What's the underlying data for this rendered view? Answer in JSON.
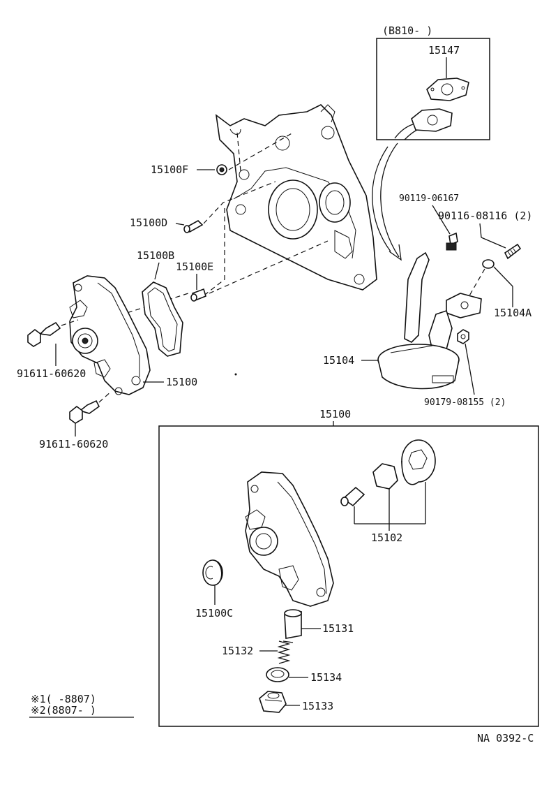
{
  "labels": {
    "cond_b810": "(B810-        )",
    "p15147": "15147",
    "p15100F": "15100F",
    "p15100D": "15100D",
    "p15100B": "15100B",
    "p15100E": "15100E",
    "p90119": "90119-06167",
    "p90116": "90116-08116 (2)",
    "p15104A": "15104A",
    "p15104": "15104",
    "p90179": "90179-08155 (2)",
    "p91611_a": "91611-60620",
    "p91611_b": "91611-60620",
    "p15100_side": "15100",
    "p15100_box": "15100",
    "p15102": "15102",
    "p15100C": "15100C",
    "p15131": "15131",
    "p15132": "15132",
    "p15134": "15134",
    "p15133": "15133",
    "note1": "※1(      -8807)",
    "note2": "※2(8807-      )",
    "code": "NA  0392-C"
  }
}
